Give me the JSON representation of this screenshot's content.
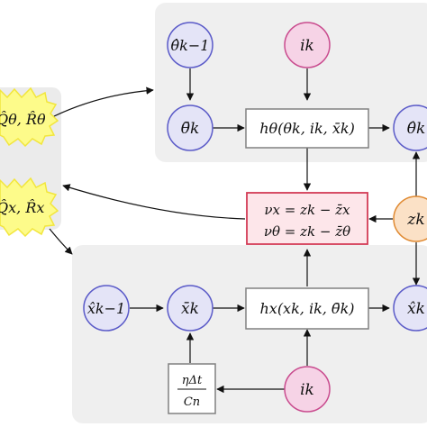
{
  "colors": {
    "panel_fill": "#efefef",
    "left_panel_fill": "#ebebeb",
    "state_node_fill": "#e4e4f7",
    "state_node_stroke": "#5a5ac8",
    "input_node_fill": "#f6d3e6",
    "input_node_stroke": "#c94b8e",
    "measurement_node_fill": "#fbe1c6",
    "measurement_node_stroke": "#e08a32",
    "innovation_box_fill": "#fde6ea",
    "innovation_box_stroke": "#d33b55",
    "box_stroke": "#808080",
    "burst_fill": "#fdfb8a",
    "burst_stroke": "#f2e63c"
  },
  "top_panel": {
    "theta_prev": "θ̂k−1",
    "input": "ik",
    "theta_bar": "θ̄k",
    "model": "hθ(θk, ik, x̄k)",
    "theta_hat": "θ̂k"
  },
  "bottom_panel": {
    "x_prev": "x̂k−1",
    "x_bar": "x̄k",
    "model": "hx(xk, ik, θ̄k)",
    "x_hat": "x̂k",
    "gain_numerator": "ηΔt",
    "gain_denominator": "Cn",
    "input": "ik"
  },
  "innovation": {
    "line1": "νx = zk − z̄x",
    "line2": "νθ = zk − z̄θ"
  },
  "measurement": {
    "label": "zk"
  },
  "left_panel": {
    "top_burst": "Q̂θ, R̂θ",
    "bottom_burst": "Q̂x, R̂x"
  },
  "icons": {
    "burst": "starburst-shape",
    "arrow": "arrow-head"
  }
}
